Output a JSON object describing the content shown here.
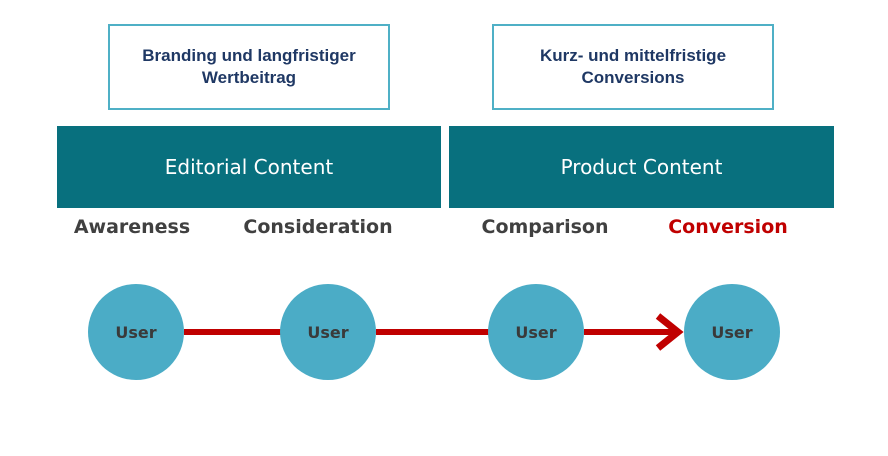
{
  "top_boxes": [
    {
      "text": "Branding und langfristiger\nWertbeitrag"
    },
    {
      "text": "Kurz- und mittelfristige\nConversions"
    }
  ],
  "bands": [
    {
      "label": "Editorial Content"
    },
    {
      "label": "Product Content"
    }
  ],
  "stages": [
    {
      "label": "Awareness"
    },
    {
      "label": "Consideration"
    },
    {
      "label": "Comparison"
    },
    {
      "label": "Conversion"
    }
  ],
  "users": [
    {
      "label": "User"
    },
    {
      "label": "User"
    },
    {
      "label": "User"
    },
    {
      "label": "User"
    }
  ],
  "colors": {
    "band": "#08707e",
    "box_border": "#4fb0c6",
    "circle": "#4bacc6",
    "arrow": "#c00000",
    "highlight_stage": "#c00000"
  }
}
